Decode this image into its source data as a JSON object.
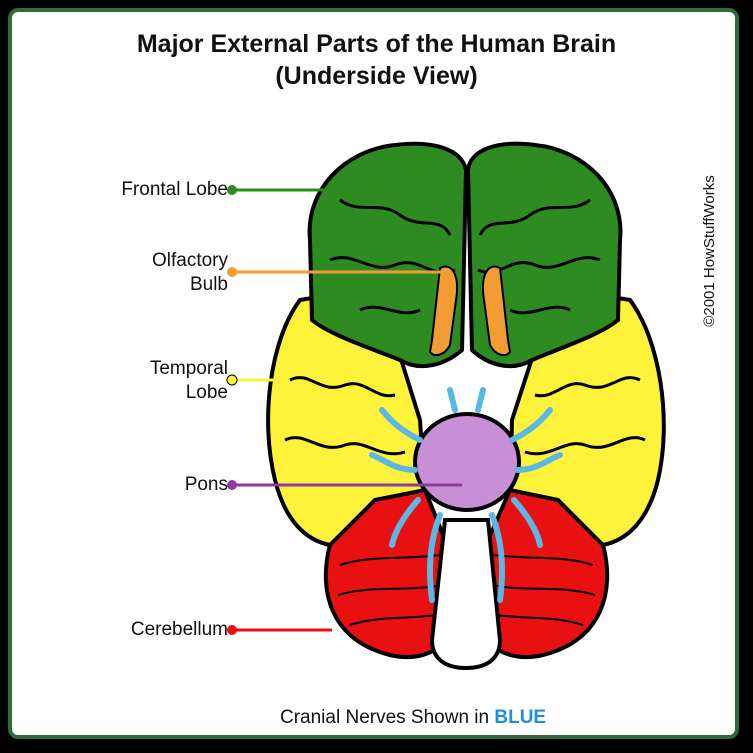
{
  "title": {
    "line1": "Major External Parts of the Human Brain",
    "line2": "(Underside View)"
  },
  "copyright": "©2001 HowStuffWorks",
  "labels": {
    "frontal_lobe": "Frontal Lobe",
    "olfactory_bulb_1": "Olfactory",
    "olfactory_bulb_2": "Bulb",
    "temporal_lobe_1": "Temporal",
    "temporal_lobe_2": "Lobe",
    "pons": "Pons",
    "cerebellum": "Cerebellum"
  },
  "footer": {
    "text": "Cranial Nerves Shown in",
    "highlight": "BLUE"
  },
  "colors": {
    "frontal_lobe": "#2e8b22",
    "olfactory_bulb": "#f39c34",
    "temporal_lobe": "#fff23a",
    "pons": "#c98fd6",
    "cerebellum": "#e81010",
    "cranial_nerves": "#5bb8e6",
    "frame": "#2f6b3a"
  }
}
